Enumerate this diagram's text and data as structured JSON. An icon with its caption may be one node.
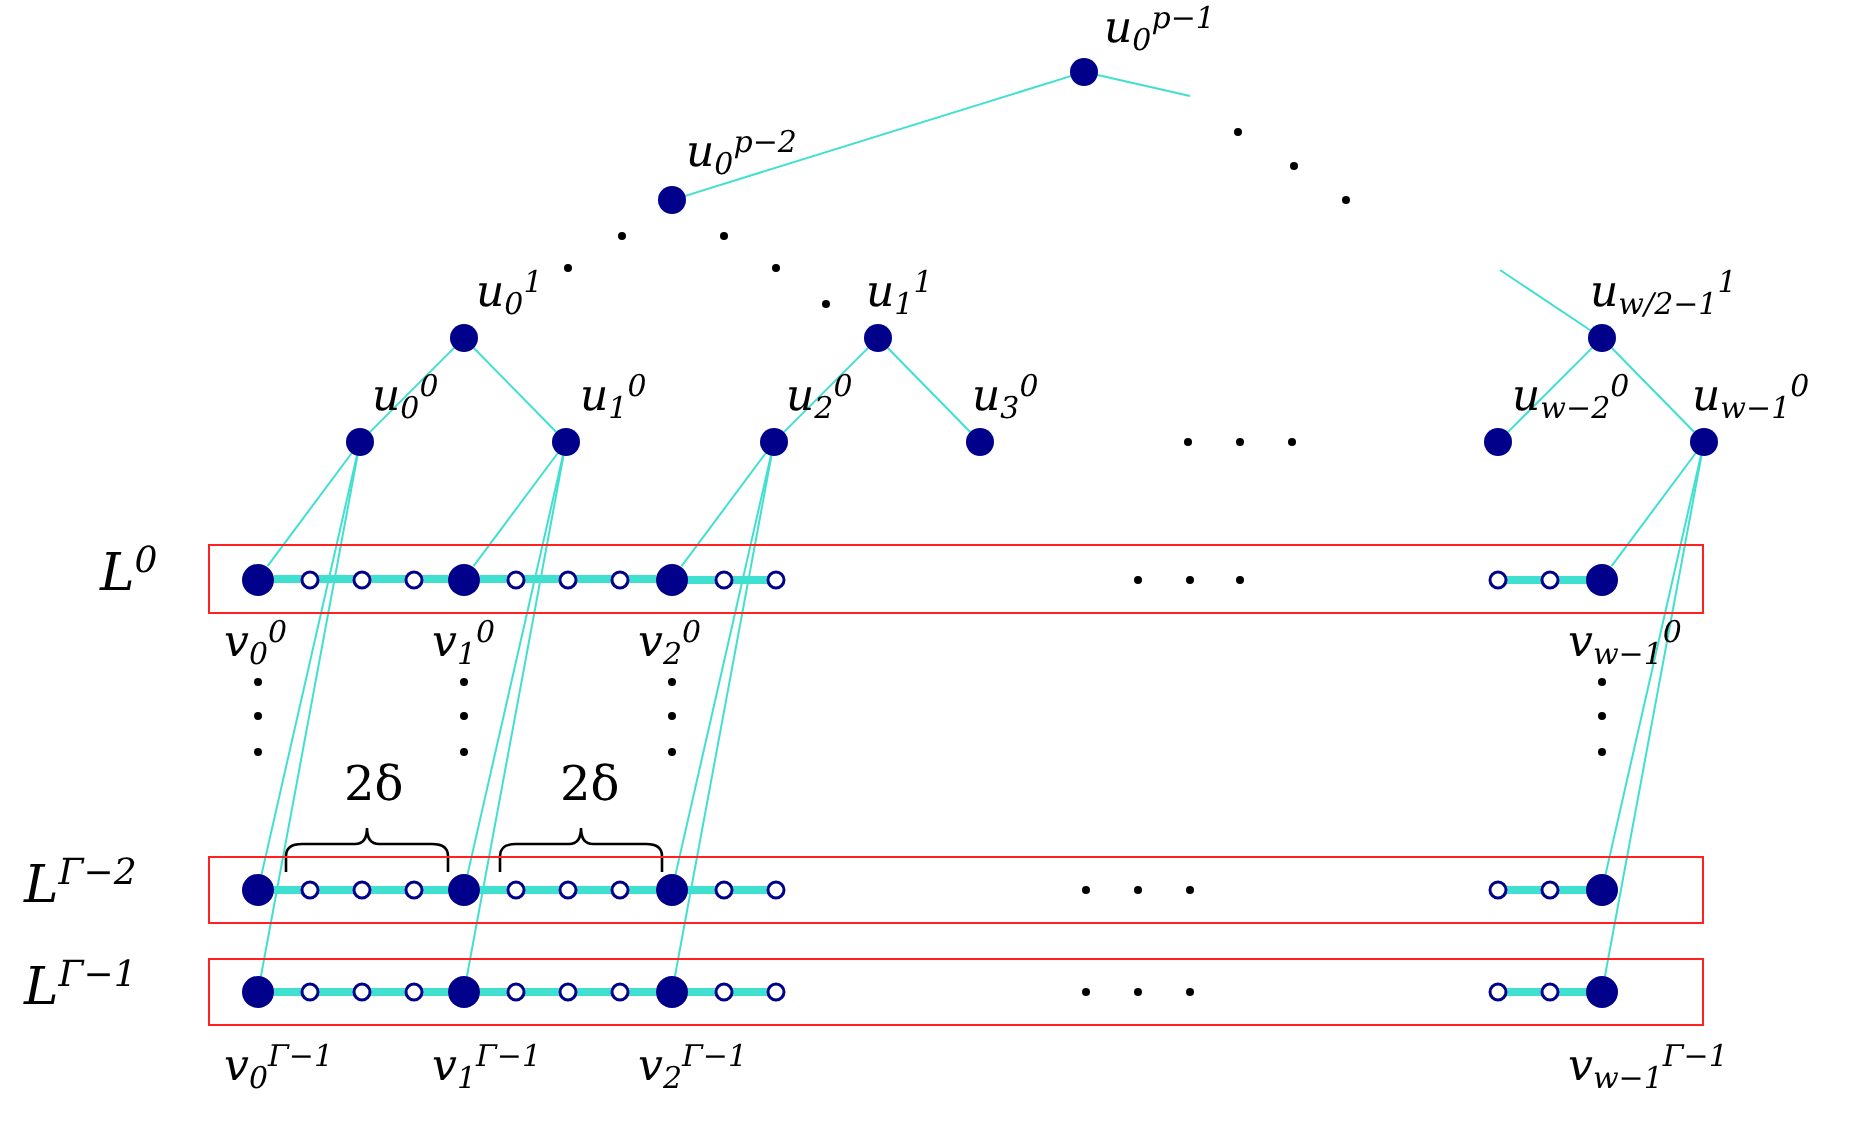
{
  "diagram": {
    "nodes": [
      {
        "text": [
          "L$^{0}$"
        ]
      },
      {
        "text": [
          "L$^{Γ−2}$"
        ]
      },
      {
        "text": [
          "L$^{Γ−1}$"
        ]
      },
      {
        "text": [],
        "shape": "circle",
        "beside": [
          "u$_{0}$$^{p−1}$"
        ]
      },
      {
        "text": [],
        "shape": "circle",
        "beside": [
          "u$_{0}$$^{p−2}$"
        ]
      },
      {
        "text": [],
        "shape": "circle",
        "beside": [
          "u$_{0}$$^{1}$"
        ]
      },
      {
        "text": [],
        "shape": "circle",
        "beside": [
          "u$_{1}$$^{1}$"
        ]
      },
      {
        "text": [],
        "shape": "circle",
        "beside": [
          "u$_{w/2−1}$$^{1}$"
        ]
      },
      {
        "text": [],
        "shape": "circle",
        "beside": [
          "u$_{0}$$^{0}$"
        ]
      },
      {
        "text": [],
        "shape": "circle",
        "beside": [
          "u$_{1}$$^{0}$"
        ]
      },
      {
        "text": [],
        "shape": "circle",
        "beside": [
          "u$_{2}$$^{0}$"
        ]
      },
      {
        "text": [],
        "shape": "circle",
        "beside": [
          "u$_{3}$$^{0}$"
        ]
      },
      {
        "text": [],
        "shape": "circle",
        "beside": [
          "u$_{w−2}$$^{0}$"
        ]
      },
      {
        "text": [],
        "shape": "circle",
        "beside": [
          "u$_{w−1}$$^{0}$"
        ]
      },
      {
        "text": [],
        "shape": "circle",
        "in": 0,
        "beside": [
          "v$_{0}$$^{0}$"
        ]
      },
      {
        "text": [],
        "shape": "circle",
        "in": 0,
        "beside": [
          "v$_{1}$$^{0}$"
        ]
      },
      {
        "text": [],
        "shape": "circle",
        "in": 0,
        "beside": [
          "v$_{2}$$^{0}$"
        ]
      },
      {
        "text": [],
        "shape": "circle",
        "in": 0,
        "beside": [
          "v$_{w−1}$$^{0}$"
        ]
      },
      {
        "text": [],
        "shape": "circle",
        "in": 1
      },
      {
        "text": [],
        "shape": "circle",
        "in": 1
      },
      {
        "text": [],
        "shape": "circle",
        "in": 1
      },
      {
        "text": [],
        "shape": "circle",
        "in": 1
      },
      {
        "text": [],
        "shape": "circle",
        "in": 2,
        "beside": [
          "v$_{0}$$^{Γ−1}$"
        ]
      },
      {
        "text": [],
        "shape": "circle",
        "in": 2,
        "beside": [
          "v$_{1}$$^{Γ−1}$"
        ]
      },
      {
        "text": [],
        "shape": "circle",
        "in": 2,
        "beside": [
          "v$_{2}$$^{Γ−1}$"
        ]
      },
      {
        "text": [],
        "shape": "circle",
        "in": 2,
        "beside": [
          "v$_{w−1}$$^{Γ−1}$"
        ]
      }
    ],
    "edges": [
      {
        "from": 3,
        "to": 4,
        "arrow": "none"
      },
      {
        "from": 3,
        "to": null,
        "arrow": "none"
      },
      {
        "from": 7,
        "to": null,
        "arrow": "none"
      },
      {
        "from": 5,
        "to": 8,
        "arrow": "none"
      },
      {
        "from": 5,
        "to": 9,
        "arrow": "none"
      },
      {
        "from": 6,
        "to": 10,
        "arrow": "none"
      },
      {
        "from": 6,
        "to": 11,
        "arrow": "none"
      },
      {
        "from": 7,
        "to": 12,
        "arrow": "none"
      },
      {
        "from": 7,
        "to": 13,
        "arrow": "none"
      },
      {
        "from": 8,
        "to": 14,
        "arrow": "none"
      },
      {
        "from": 8,
        "to": 18,
        "arrow": "none"
      },
      {
        "from": 8,
        "to": 22,
        "arrow": "none"
      },
      {
        "from": 9,
        "to": 15,
        "arrow": "none"
      },
      {
        "from": 9,
        "to": 19,
        "arrow": "none"
      },
      {
        "from": 9,
        "to": 23,
        "arrow": "none"
      },
      {
        "from": 10,
        "to": 16,
        "arrow": "none"
      },
      {
        "from": 10,
        "to": 20,
        "arrow": "none"
      },
      {
        "from": 10,
        "to": 24,
        "arrow": "none"
      },
      {
        "from": 13,
        "to": 17,
        "arrow": "none"
      },
      {
        "from": 13,
        "to": 21,
        "arrow": "none"
      },
      {
        "from": 13,
        "to": 25,
        "arrow": "none"
      },
      {
        "from": 14,
        "to": 15,
        "arrow": "none",
        "style": "thick"
      },
      {
        "from": 15,
        "to": 16,
        "arrow": "none",
        "style": "thick"
      },
      {
        "from": 18,
        "to": 19,
        "arrow": "none",
        "style": "thick"
      },
      {
        "from": 19,
        "to": 20,
        "arrow": "none",
        "style": "thick"
      },
      {
        "from": 22,
        "to": 23,
        "arrow": "none",
        "style": "thick"
      },
      {
        "from": 23,
        "to": 24,
        "arrow": "none",
        "style": "thick"
      }
    ],
    "labels": [
      "2δ",
      "2δ"
    ]
  }
}
